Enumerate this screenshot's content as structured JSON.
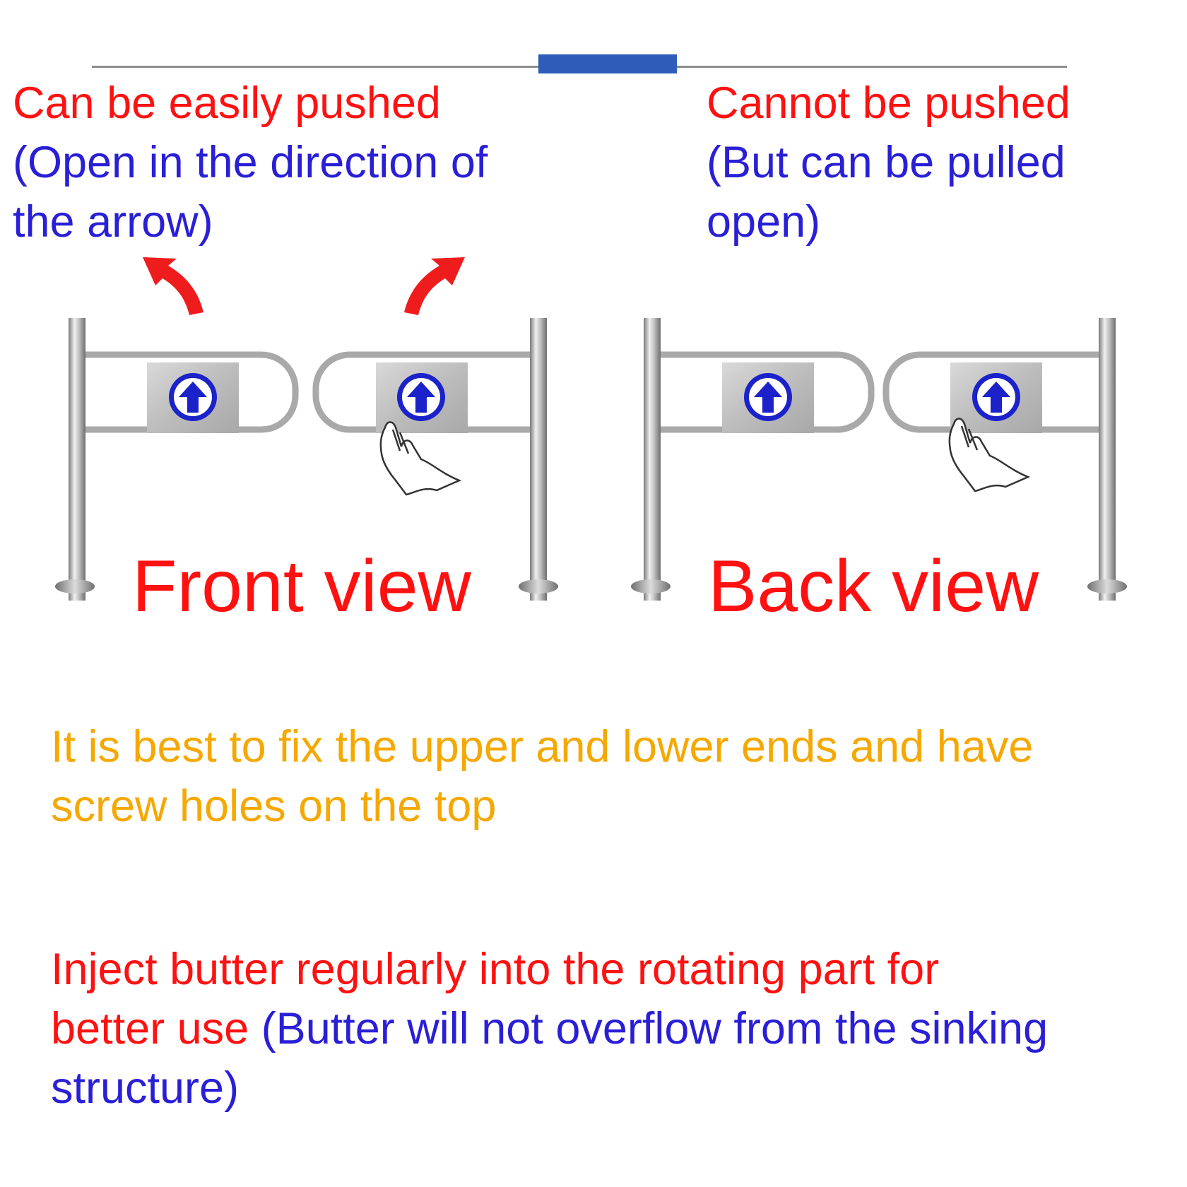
{
  "colors": {
    "red": "#ff1111",
    "blue": "#2a1fd6",
    "orange": "#f5a800",
    "accent_bar": "#2e5cb8",
    "steel": "#b8b8b8"
  },
  "front": {
    "heading": "Can be easily pushed",
    "detail_line1": "(Open in the direction of",
    "detail_line2": "the arrow)",
    "view_label": "Front view"
  },
  "back": {
    "heading": "Cannot be pushed",
    "detail_line1": "(But can be pulled",
    "detail_line2": "open)",
    "view_label": "Back view"
  },
  "tip": {
    "line1": "It is best to fix the upper and lower ends and have",
    "line2": "screw holes on the top"
  },
  "maintenance": {
    "part1_line1": "Inject butter regularly into the rotating part for",
    "part1_line2": "better use",
    "part2_line2": " (Butter will not overflow from the sinking",
    "part2_line3": "structure)"
  },
  "icons": [
    "red-arrow-icon",
    "up-arrow-icon",
    "hand-icon"
  ]
}
